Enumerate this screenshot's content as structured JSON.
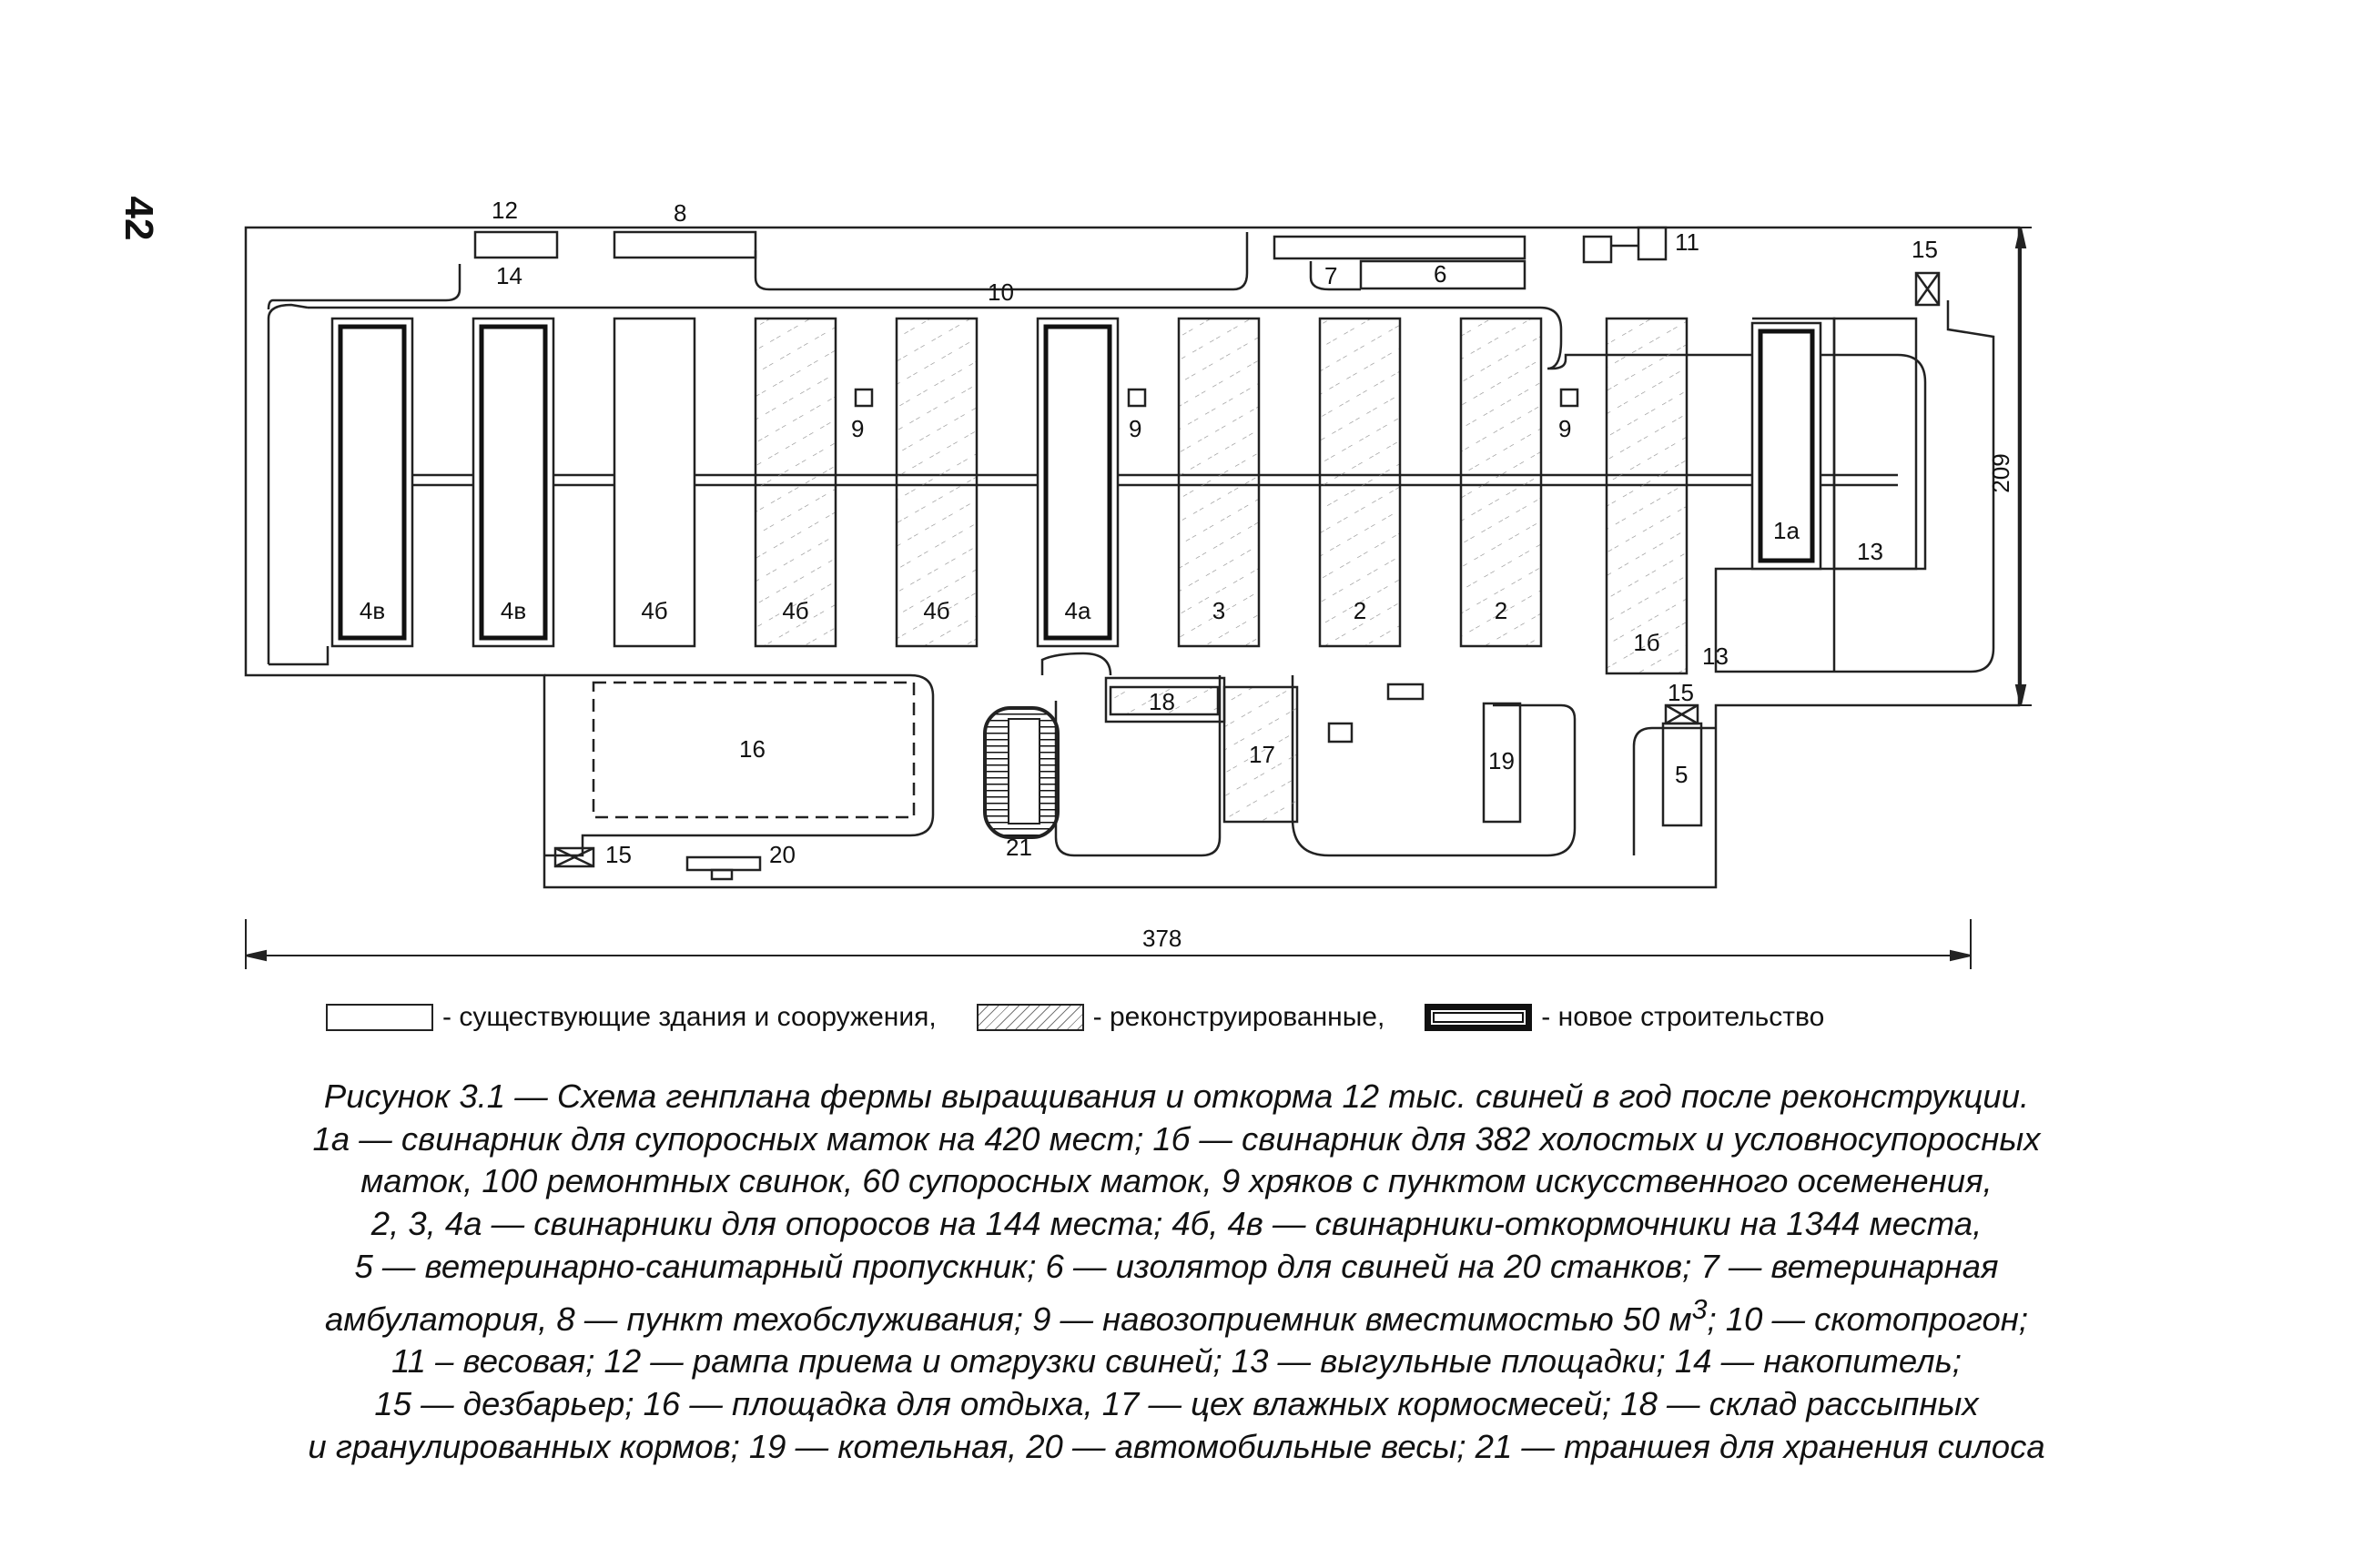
{
  "page_number": "42",
  "plan": {
    "labels": {
      "ramp": "12",
      "service_point": "8",
      "accumulator": "14",
      "cattle_run": "10",
      "clinic": "7",
      "isolator": "6",
      "scales": "11",
      "barrier": "15",
      "manure_tank": "9",
      "yard": "13",
      "rest_area": "16",
      "silage_trench": "21",
      "feed_store": "18",
      "feed_shop": "17",
      "boiler": "19",
      "vet_checkpoint": "5",
      "truck_scales": "20"
    },
    "houses": [
      "4в",
      "4в",
      "4б",
      "4б",
      "4б",
      "4а",
      "3",
      "2",
      "2",
      "1б",
      "1а"
    ],
    "dimensions": {
      "length": "378",
      "width": "209"
    }
  },
  "legend": {
    "existing": "- существующие здания и сооружения,",
    "reconstructed": "- реконструированные,",
    "new_construction": "- новое строительство"
  },
  "caption": {
    "lines": [
      "Рисунок 3.1  — Схема генплана фермы выращивания и откорма 12 тыс. свиней в год после реконструкции.",
      "1а — свинарник для супоросных маток на 420 мест; 1б — свинарник для 382 холостых и условносупоросных",
      "маток, 100 ремонтных свинок, 60 супоросных маток, 9 хряков с пунктом искусственного осеменения,",
      "2, 3, 4а — свинарники для опоросов на 144 места; 4б, 4в — свинарники-откормочники на 1344 места,",
      "5 — ветеринарно-санитарный пропускник; 6 — изолятор для свиней на 20 станков; 7 — ветеринарная"
    ],
    "line6_a": "амбулатория, 8 — пункт техобслуживания; 9 — навозоприемник вместимостью 50 м",
    "line6_sup": "3",
    "line6_b": "; 10 — скотопрогон;",
    "lines_end": [
      "11 – весовая; 12 — рампа приема и отгрузки свиней; 13 — выгульные площадки; 14 — накопитель;",
      "15 — дезбарьер; 16 — площадка для отдыха, 17 — цех влажных кормосмесей; 18 — склад рассыпных",
      "и гранулированных кормов; 19 — котельная, 20 — автомобильные весы; 21 — траншея для хранения силоса"
    ]
  }
}
